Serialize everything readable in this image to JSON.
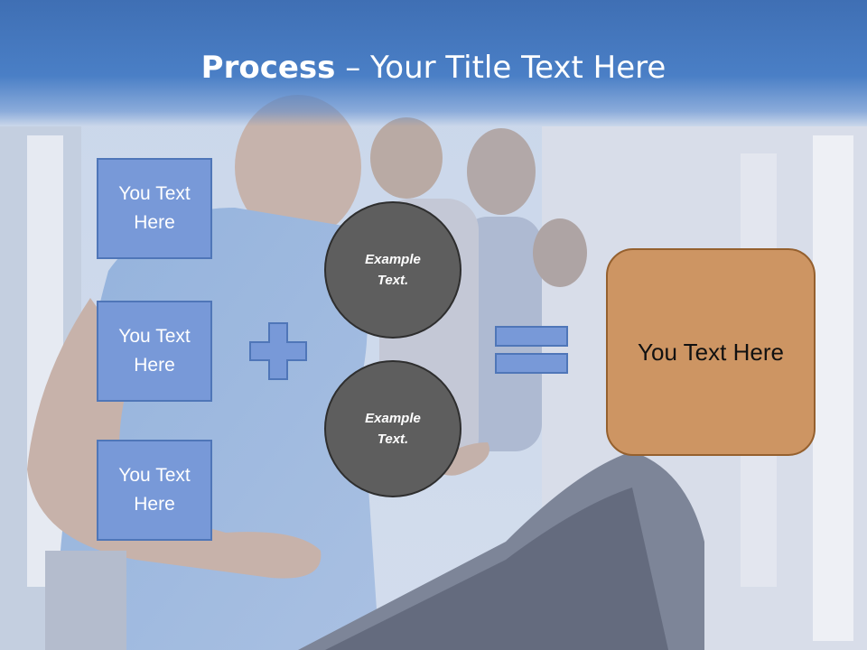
{
  "slide": {
    "title_bold": "Process",
    "title_separator": " – ",
    "title_rest": "Your Title Text Here"
  },
  "left_boxes": [
    {
      "text": "You Text Here"
    },
    {
      "text": "You Text Here"
    },
    {
      "text": "You Text Here"
    }
  ],
  "circles": [
    {
      "text": "Example Text."
    },
    {
      "text": "Example Text."
    }
  ],
  "result": {
    "text": "You Text Here"
  },
  "colors": {
    "title_band": "#4a7fc6",
    "box_fill": "#7899d8",
    "circle_fill": "#5e5e5e",
    "result_fill": "#cd9563",
    "operator_fill": "#7899d8"
  },
  "icons": {
    "operator_1": "plus-icon",
    "operator_2": "equals-icon"
  }
}
